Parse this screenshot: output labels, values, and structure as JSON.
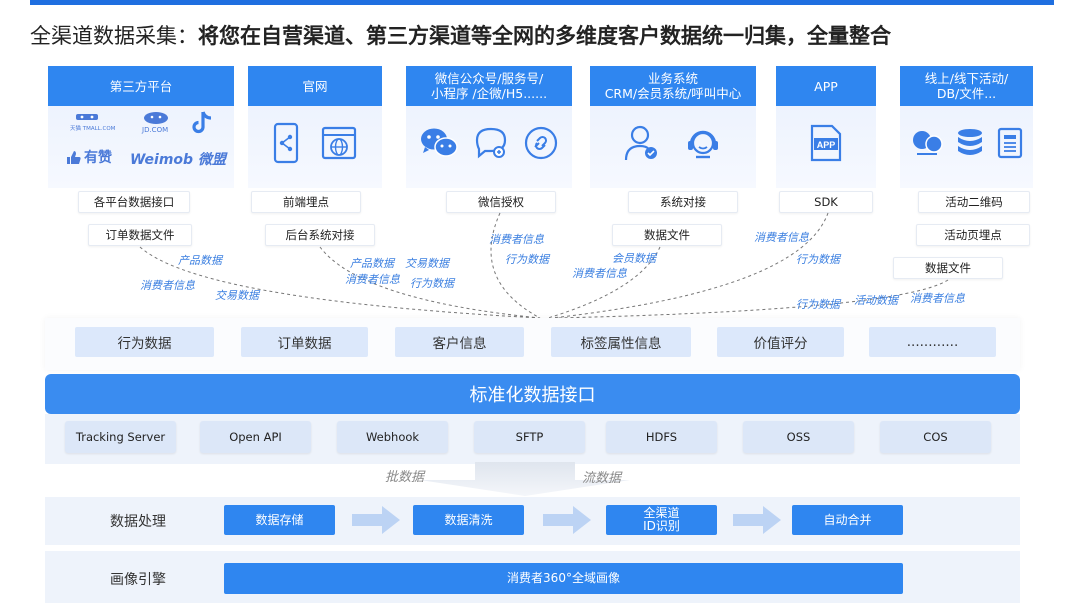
{
  "title": {
    "prefix": "全渠道数据采集：",
    "main": "将您在自营渠道、第三方渠道等全网的多维度客户数据统一归集，全量整合"
  },
  "sources": [
    {
      "head": "第三方平台",
      "logos": [
        "天猫 TMALL.COM",
        "JD.COM",
        "抖音",
        "有赞",
        "Weimob 微盟"
      ],
      "chips": [
        "各平台数据接口",
        "订单数据文件"
      ]
    },
    {
      "head": "官网",
      "icons": [
        "share-phone-icon",
        "browser-globe-icon"
      ],
      "chips": [
        "前端埋点",
        "后台系统对接"
      ]
    },
    {
      "head_l1": "微信公众号/服务号/",
      "head_l2": "小程序 /企微/H5......",
      "icons": [
        "wechat-icon",
        "mini-program-icon",
        "link-icon"
      ],
      "chips": [
        "微信授权"
      ]
    },
    {
      "head_l1": "业务系统",
      "head_l2": "CRM/会员系统/呼叫中心",
      "icons": [
        "user-check-icon",
        "headset-icon"
      ],
      "chips": [
        "系统对接",
        "数据文件"
      ]
    },
    {
      "head": "APP",
      "icons": [
        "app-file-icon"
      ],
      "chips": [
        "SDK"
      ]
    },
    {
      "head_l1": "线上/线下活动/",
      "head_l2": "DB/文件...",
      "icons": [
        "people-icon",
        "database-icon",
        "document-icon"
      ],
      "chips": [
        "活动二维码",
        "活动页埋点",
        "数据文件"
      ]
    }
  ],
  "flows": {
    "f1": "产品数据",
    "f2": "消费者信息",
    "f3": "交易数据",
    "f4": "产品数据",
    "f5": "交易数据",
    "f6": "消费者信息",
    "f7": "行为数据",
    "f8": "消费者信息",
    "f9": "行为数据",
    "f10": "会员数据",
    "f11": "消费者信息",
    "f12": "消费者信息",
    "f13": "行为数据",
    "f14": "行为数据",
    "f15": "活动数据",
    "f16": "消费者信息"
  },
  "categories": [
    "行为数据",
    "订单数据",
    "客户信息",
    "标签属性信息",
    "价值评分",
    "............"
  ],
  "api_bar": "标准化数据接口",
  "protocols": [
    "Tracking Server",
    "Open API",
    "Webhook",
    "SFTP",
    "HDFS",
    "OSS",
    "COS"
  ],
  "ingest": {
    "left": "批数据",
    "right": "流数据"
  },
  "processing": {
    "label": "数据处理",
    "steps": [
      "数据存储",
      "数据清洗",
      "全渠道",
      "ID识别",
      "自动合并"
    ]
  },
  "profile": {
    "label": "画像引擎",
    "bar": "消费者360°全域画像"
  },
  "colors": {
    "primary": "#2f86f0",
    "chip_bg": "#dce8fb",
    "flow_text": "#3b7fe0"
  }
}
